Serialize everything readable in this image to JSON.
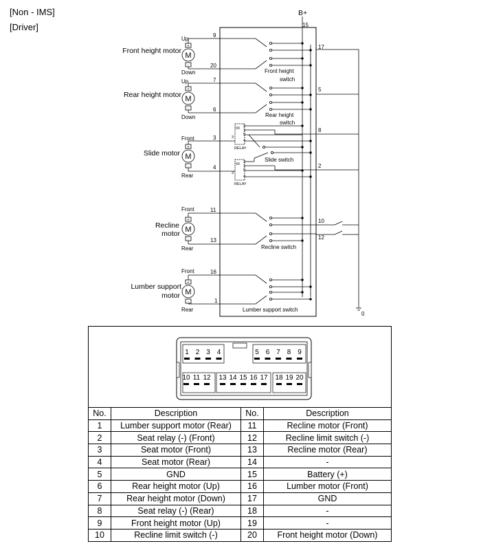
{
  "header": {
    "line1": "[Non - IMS]",
    "line2": "[Driver]"
  },
  "diagram": {
    "supply": "B+",
    "ground": "0",
    "relay_label": "RELAY",
    "motor_symbol": "M",
    "plus": "+",
    "minus": "-",
    "motors": [
      {
        "name": "Front height motor",
        "term1": "Up",
        "term2": "Down",
        "pin1": "9",
        "pin2": "20"
      },
      {
        "name": "Rear height motor",
        "term1": "Up",
        "term2": "Down",
        "pin1": "7",
        "pin2": "6"
      },
      {
        "name": "Slide motor",
        "term1": "Front",
        "term2": "Rear",
        "pin1": "3",
        "pin2": "4"
      },
      {
        "name_line1": "Recline",
        "name_line2": "motor",
        "term1": "Front",
        "term2": "Rear",
        "pin1": "11",
        "pin2": "13"
      },
      {
        "name_line1": "Lumber support",
        "name_line2": "motor",
        "term1": "Front",
        "term2": "Rear",
        "pin1": "16",
        "pin2": "1"
      }
    ],
    "switches": {
      "front_height_l1": "Front height",
      "front_height_l2": "switch",
      "rear_height_l1": "Rear height",
      "rear_height_l2": "switch",
      "slide": "Slide switch",
      "recline": "Recline switch",
      "lumber": "Lumber support switch"
    },
    "right_pins": {
      "p15": "15",
      "p17": "17",
      "p5": "5",
      "p8": "8",
      "p2": "2",
      "p10": "10",
      "p12": "12"
    },
    "relay_pins": {
      "a": "2",
      "b": "1",
      "c": "5",
      "d": "4",
      "in": "3"
    }
  },
  "connector": {
    "top_left_pins": [
      "1",
      "2",
      "3",
      "4"
    ],
    "top_right_pins": [
      "5",
      "6",
      "7",
      "8",
      "9"
    ],
    "bottom_left_pins": [
      "10",
      "11",
      "12"
    ],
    "bottom_mid_pins": [
      "13",
      "14",
      "15",
      "16",
      "17"
    ],
    "bottom_right_pins": [
      "18",
      "19",
      "20"
    ]
  },
  "table": {
    "col_no": "No.",
    "col_desc": "Description",
    "rows": [
      {
        "n1": "1",
        "d1": "Lumber support motor (Rear)",
        "n2": "11",
        "d2": "Recline motor (Front)"
      },
      {
        "n1": "2",
        "d1": "Seat relay (-) (Front)",
        "n2": "12",
        "d2": "Recline limit switch (-)"
      },
      {
        "n1": "3",
        "d1": "Seat motor (Front)",
        "n2": "13",
        "d2": "Recline motor (Rear)"
      },
      {
        "n1": "4",
        "d1": "Seat motor (Rear)",
        "n2": "14",
        "d2": "-"
      },
      {
        "n1": "5",
        "d1": "GND",
        "n2": "15",
        "d2": "Battery (+)"
      },
      {
        "n1": "6",
        "d1": "Rear height motor (Up)",
        "n2": "16",
        "d2": "Lumber motor (Front)"
      },
      {
        "n1": "7",
        "d1": "Rear height motor (Down)",
        "n2": "17",
        "d2": "GND"
      },
      {
        "n1": "8",
        "d1": "Seat relay (-) (Rear)",
        "n2": "18",
        "d2": "-"
      },
      {
        "n1": "9",
        "d1": "Front height motor (Up)",
        "n2": "19",
        "d2": "-"
      },
      {
        "n1": "10",
        "d1": "Recline limit switch (-)",
        "n2": "20",
        "d2": "Front height motor (Down)"
      }
    ]
  }
}
